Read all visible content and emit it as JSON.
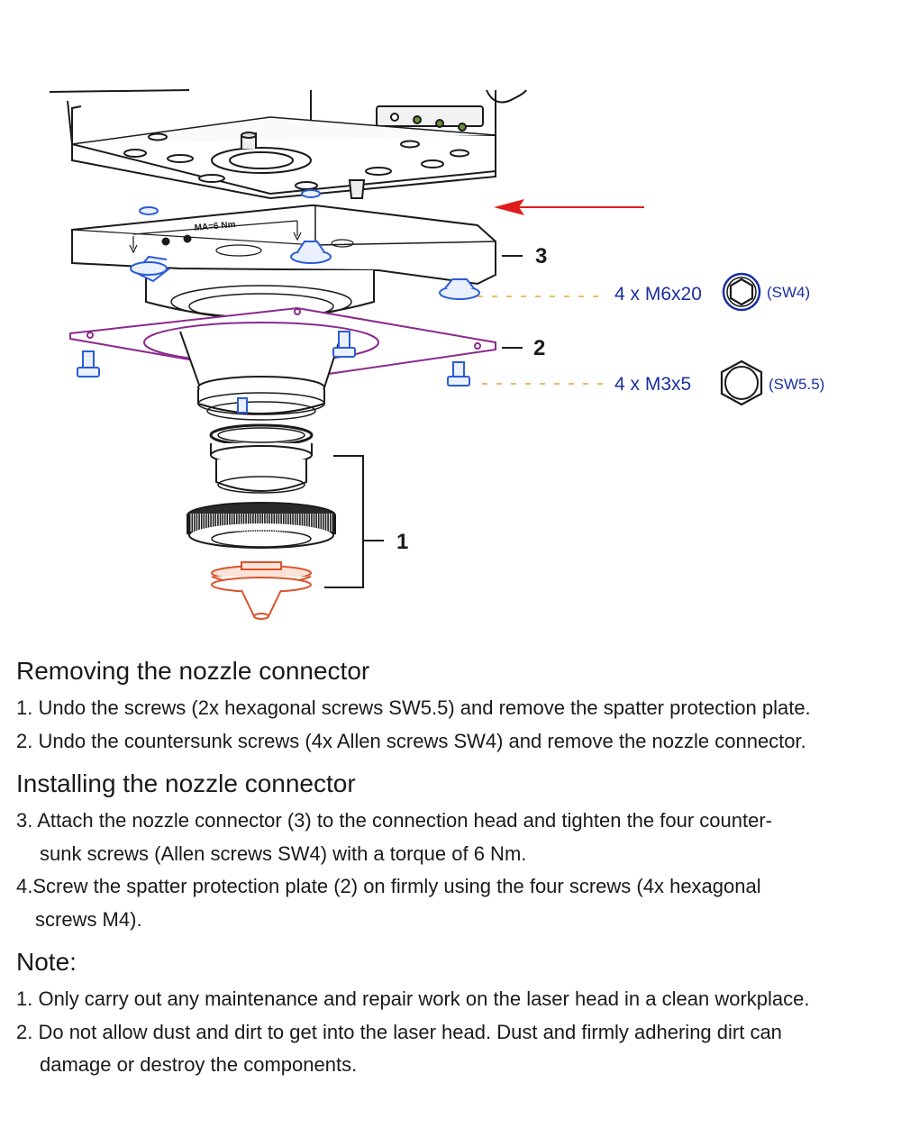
{
  "diagram": {
    "labels": {
      "part1": "1",
      "part2": "2",
      "part3": "3"
    },
    "torque_label": "MA=6 Nm",
    "screws": [
      {
        "spec": "4 x M6x20",
        "tool": "(SW4)",
        "icon": "hex-socket-icon"
      },
      {
        "spec": "4 x M3x5",
        "tool": "(SW5.5)",
        "icon": "hex-nut-icon"
      }
    ],
    "colors": {
      "arrow": "#e01b1b",
      "screw": "#2a5bd7",
      "plate": "#8b2a8b",
      "nozzle": "#d9532b",
      "spec_text": "#1a2fa0"
    }
  },
  "sections": [
    {
      "title": "Removing the nozzle connector",
      "items": [
        {
          "line1": "1. Undo the screws (2x hexagonal screws SW5.5) and remove the spatter protection plate.",
          "line2": ""
        },
        {
          "line1": "2. Undo the countersunk screws (4x Allen screws SW4) and remove the nozzle connector.",
          "line2": ""
        }
      ]
    },
    {
      "title": "Installing the nozzle connector",
      "items": [
        {
          "line1": "3. Attach the nozzle connector (3) to the connection head and tighten the four counter-",
          "line2": "sunk screws (Allen screws SW4) with a torque of 6 Nm."
        },
        {
          "line1": "4.Screw the spatter protection plate (2) on firmly using the four screws (4x hexagonal",
          "line2": "screws M4)."
        }
      ]
    },
    {
      "title": "Note:",
      "items": [
        {
          "line1": "1. Only carry out any maintenance and repair work on the laser head in a clean workplace.",
          "line2": ""
        },
        {
          "line1": "2. Do not allow dust and dirt to get into the laser head. Dust and firmly adhering dirt can",
          "line2": "damage or destroy the components."
        }
      ]
    }
  ]
}
